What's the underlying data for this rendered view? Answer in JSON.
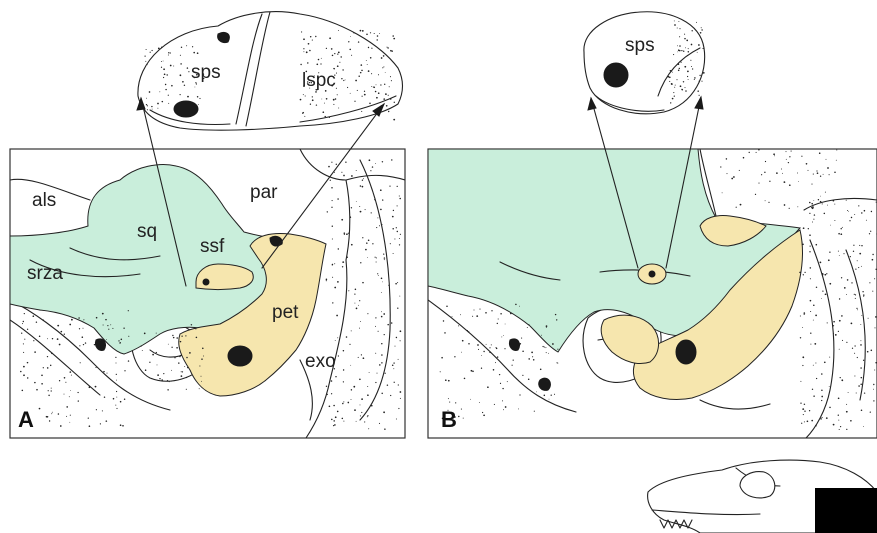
{
  "colors": {
    "squamosal_green": "#c9eedb",
    "petrosal_yellow": "#f6e6ae",
    "ink": "#222222",
    "frame": "#333333"
  },
  "top_a": {
    "labels": {
      "sps": "sps",
      "lspc": "lspc"
    }
  },
  "panel_a": {
    "letter": "A",
    "labels": {
      "als": "als",
      "sq": "sq",
      "par": "par",
      "ssf": "ssf",
      "srza": "srza",
      "pet": "pet",
      "exo": "exo"
    }
  },
  "top_b": {
    "labels": {
      "sps": "sps"
    }
  },
  "panel_b": {
    "letter": "B"
  }
}
